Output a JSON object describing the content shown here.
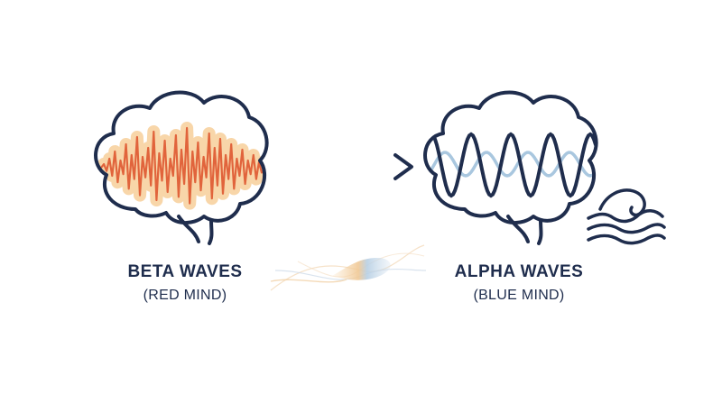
{
  "colors": {
    "outline": "#1f2d4d",
    "beta_glow": "#f7cf9a",
    "beta_line": "#e1643c",
    "alpha_soft": "#a9c7df",
    "arrow_start": "#f3d4a3",
    "arrow_end": "#1f2d4d"
  },
  "icons": {
    "beta_brain": "brain-icon",
    "alpha_brain": "brain-icon",
    "transition_arrow": "arrow-right-icon",
    "ocean": "wave-icon"
  },
  "beta": {
    "title": "BETA WAVES",
    "subtitle": "(RED MIND)"
  },
  "alpha": {
    "title": "ALPHA WAVES",
    "subtitle": "(BLUE MIND)"
  }
}
